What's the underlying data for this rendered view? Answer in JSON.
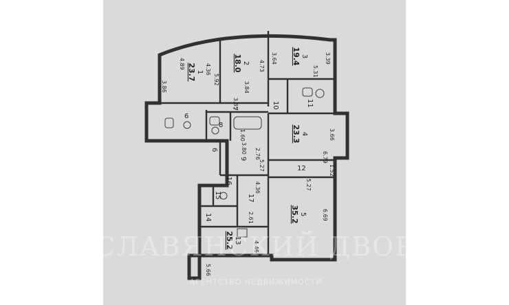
{
  "rooms": [
    {
      "id": "1",
      "area": "23.7"
    },
    {
      "id": "2",
      "area": "18.0"
    },
    {
      "id": "3",
      "area": "19.4"
    },
    {
      "id": "4",
      "area": "23.3"
    },
    {
      "id": "5",
      "area": "35.2"
    },
    {
      "id": "13",
      "area": "25.2"
    }
  ],
  "small_rooms": [
    "6",
    "7",
    "8",
    "9",
    "6",
    "10",
    "11",
    "12",
    "14",
    "15",
    "16",
    "17"
  ],
  "dimensions": [
    "4.89",
    "3.86",
    "4.36",
    "5.92",
    "4.73",
    "3.64",
    "5.31",
    "3.39",
    "3.84",
    "3.85",
    "1.60",
    "3.66",
    "6.79",
    "3.80",
    "2.76",
    "5.27",
    "1.52",
    "5.27",
    "4.36",
    "6.69",
    "2.61",
    "4.46",
    "5.66"
  ],
  "watermark": {
    "main": "СЛАВЯНСКИЙ ДВОР",
    "sub": "АГЕНТСТВО НЕДВИЖИМОСТИ"
  }
}
